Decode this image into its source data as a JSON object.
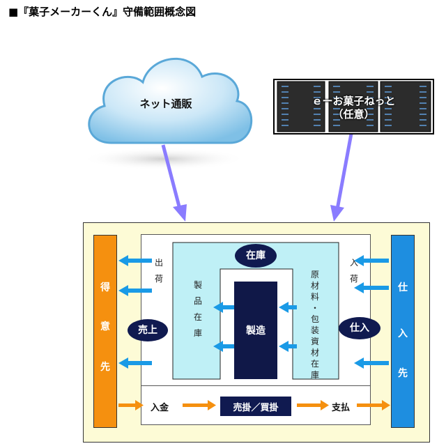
{
  "title": "■『菓子メーカーくん』守備範囲概念図",
  "cloud": {
    "label": "ネット通販"
  },
  "server": {
    "line1": "ｅーお菓子ねっと",
    "line2": "（任意）"
  },
  "left_partner": [
    "得",
    "意",
    "先"
  ],
  "right_partner": [
    "仕",
    "入",
    "先"
  ],
  "shipping": [
    "出",
    "荷"
  ],
  "receiving": [
    "入",
    "荷"
  ],
  "sales": "売上",
  "purchase": "仕入",
  "inventory": "在庫",
  "product_stock": [
    "製",
    "品",
    "在",
    "庫"
  ],
  "material_stock": [
    "原",
    "材",
    "料",
    "・",
    "包",
    "装",
    "資",
    "材",
    "在",
    "庫"
  ],
  "manufacture": "製造",
  "payment_in": "入金",
  "bill": "売掛／買掛",
  "payment_out": "支払",
  "colors": {
    "orange": "#f5900f",
    "blue": "#1e8ee0",
    "navy": "#101a50",
    "light_cyan": "#bff0f6",
    "cream": "#fdfbd6",
    "arrow_purple": "#8a7cff",
    "arrow_blue": "#1a9ae6",
    "arrow_orange": "#f5900f"
  }
}
